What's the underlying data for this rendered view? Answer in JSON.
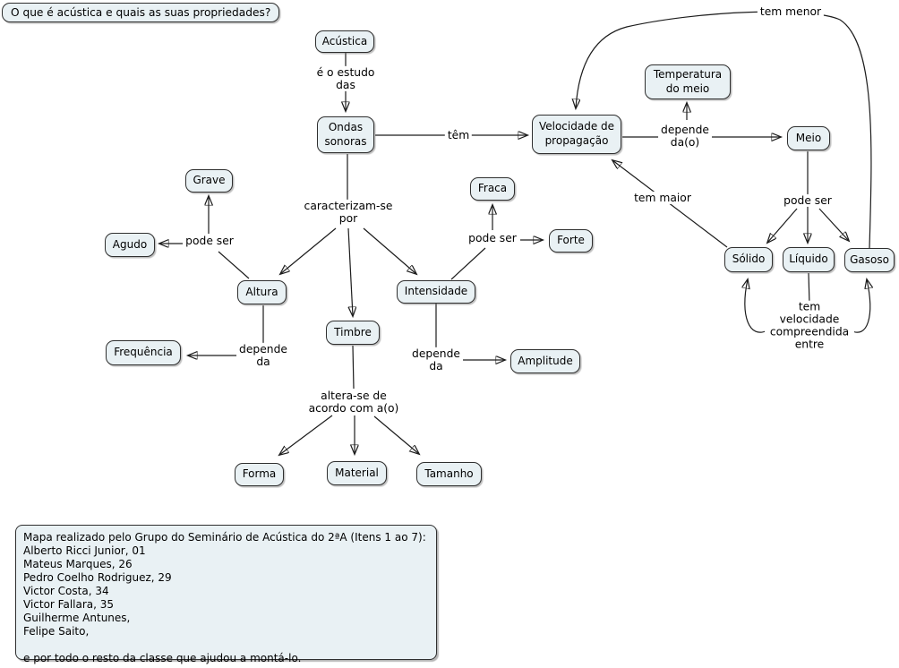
{
  "focus_question": "O que é acústica e quais as suas propriedades?",
  "nodes": {
    "acustica": "Acústica",
    "ondas_sonoras": "Ondas\nsonoras",
    "velocidade": "Velocidade de\npropagação",
    "temperatura": "Temperatura\ndo meio",
    "meio": "Meio",
    "grave": "Grave",
    "agudo": "Agudo",
    "fraca": "Fraca",
    "forte": "Forte",
    "altura": "Altura",
    "timbre": "Timbre",
    "intensidade": "Intensidade",
    "frequencia": "Frequência",
    "amplitude": "Amplitude",
    "forma": "Forma",
    "material": "Material",
    "tamanho": "Tamanho",
    "solido": "Sólido",
    "liquido": "Líquido",
    "gasoso": "Gasoso"
  },
  "edge_labels": {
    "e_o_estudo_das": "é o estudo\ndas",
    "tem": "têm",
    "caracterizam_se_por": "caracterizam-se\npor",
    "pode_ser_altura": "pode ser",
    "pode_ser_intensidade": "pode ser",
    "pode_ser_meio": "pode ser",
    "depende_da_altura": "depende\nda",
    "depende_da_intensidade": "depende\nda",
    "depende_dao": "depende\nda(o)",
    "altera_se": "altera-se de\nacordo com a(o)",
    "tem_maior": "tem maior",
    "tem_menor": "tem menor",
    "tem_velocidade": "tem velocidade\ncompreendida\nentre"
  },
  "credits": {
    "lines": [
      "Mapa realizado pelo Grupo do Seminário de Acústica do 2ªA (Itens 1 ao 7):",
      "Alberto Ricci Junior, 01",
      "Mateus Marques, 26",
      "Pedro Coelho Rodriguez, 29",
      "Victor Costa, 34",
      "Victor Fallara, 35",
      "Guilherme Antunes,",
      "Felipe Saito,",
      "",
      "e por todo o resto da classe que ajudou a montá-lo."
    ]
  },
  "colors": {
    "node_fill": "#e9f1f4",
    "node_border": "#2f2f2f",
    "edge_line": "#1c1c1c",
    "background": "#ffffff"
  }
}
